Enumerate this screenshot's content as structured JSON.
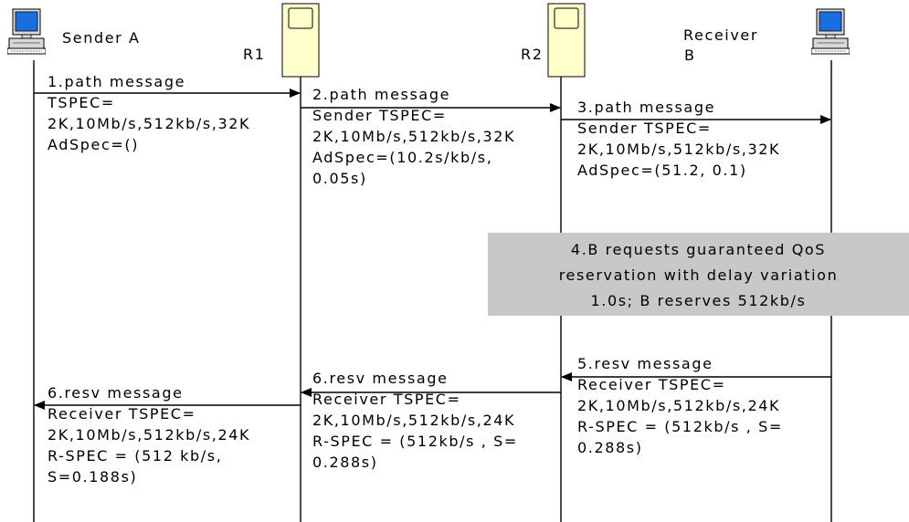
{
  "participants": [
    {
      "id": "sender_a",
      "label": "Sender A",
      "icon": "computer-icon"
    },
    {
      "id": "r1",
      "label": "R1",
      "icon": "router-icon"
    },
    {
      "id": "r2",
      "label": "R2",
      "icon": "router-icon"
    },
    {
      "id": "receiver_b",
      "label_line1": "Receiver",
      "label_line2": "B",
      "icon": "computer-icon"
    }
  ],
  "messages": [
    {
      "id": "m1",
      "from": "Sender A",
      "to": "R1",
      "lines": [
        "1.path message",
        "TSPEC=",
        "2K,10Mb/s,512kb/s,32K",
        "AdSpec=()"
      ]
    },
    {
      "id": "m2",
      "from": "R1",
      "to": "R2",
      "lines": [
        "2.path message",
        "Sender TSPEC=",
        "2K,10Mb/s,512kb/s,32K",
        "AdSpec=(10.2s/kb/s,",
        "0.05s)"
      ]
    },
    {
      "id": "m3",
      "from": "R2",
      "to": "Receiver B",
      "lines": [
        "3.path message",
        "Sender TSPEC=",
        "2K,10Mb/s,512kb/s,32K",
        "AdSpec=(51.2, 0.1)"
      ]
    },
    {
      "id": "m5",
      "from": "Receiver B",
      "to": "R2",
      "lines": [
        "5.resv message",
        "Receiver TSPEC=",
        "2K,10Mb/s,512kb/s,24K",
        "R-SPEC = (512kb/s , S=",
        "0.288s)"
      ]
    },
    {
      "id": "m6a",
      "from": "R2",
      "to": "R1",
      "lines": [
        "6.resv message",
        "Receiver TSPEC=",
        "2K,10Mb/s,512kb/s,24K",
        "R-SPEC = (512kb/s , S=",
        "0.288s)"
      ]
    },
    {
      "id": "m6b",
      "from": "R1",
      "to": "Sender A",
      "lines": [
        "6.resv message",
        "Receiver TSPEC=",
        "2K,10Mb/s,512kb/s,24K",
        "R-SPEC = (512 kb/s,",
        "S=0.188s)"
      ]
    }
  ],
  "note": {
    "lines": [
      "4.B requests guaranteed QoS",
      "reservation with delay variation",
      "1.0s;  B reserves 512kb/s"
    ]
  },
  "colors": {
    "router_fill": "#ffffcc",
    "note_fill": "#c8c8c8",
    "computer_screen": "#1a6fe0",
    "line": "#000000"
  }
}
